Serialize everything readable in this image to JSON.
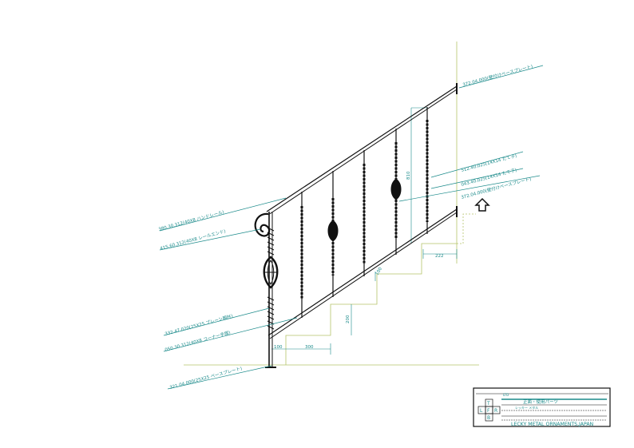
{
  "callouts": {
    "top_base_plate": "372.04.000(壁付けベースプレート)",
    "newel_14_a": "512.40.025(14X14 たて子)",
    "newel_14_b": "043.40.025(14X14 たて子)",
    "base_plate_mid": "372.04.000(壁付けベースプレート)",
    "handrail": "380.30.312(40X8 ハンドレール)",
    "rail_end": "415.60.312(40X8 レールエンド)",
    "plain_post": "332.47.020(25X25 プレーン親柱)",
    "corner_rail": "050.30.312(40X8 コーナー手摺)",
    "base_plate_bottom": "321.04.000(25X25 ベースプレート)"
  },
  "dimensions": {
    "height": "810",
    "gap": "222",
    "step_height": "200",
    "offset": "100",
    "tread": "300",
    "rise_small": "100"
  },
  "title_block": {
    "label1": "LTD",
    "label2": "正面・使用パーツ",
    "row_text": "レッキー メタル",
    "company": "LECKY METAL ORNAMENTS,JAPAN",
    "view_t": "T",
    "view_l": "L",
    "view_f": "F",
    "view_r": "R",
    "view_b": "B"
  },
  "colors": {
    "leader": "#1a8a8a",
    "steps": "#b5c46a",
    "iron": "#111111"
  }
}
